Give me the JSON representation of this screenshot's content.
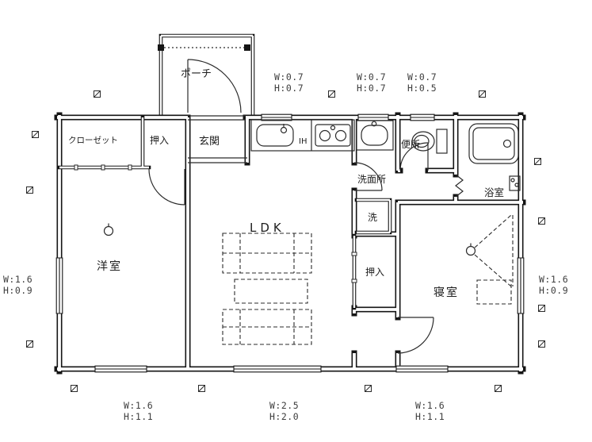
{
  "labels": {
    "porch": "ポーチ",
    "closet": "クローゼット",
    "oshiire_hall": "押入",
    "entrance": "玄関",
    "ih": "IH",
    "washroom": "洗面所",
    "toilet": "便所",
    "bathroom": "浴室",
    "laundry": "洗",
    "ldk": "LDK",
    "western_room": "洋室",
    "oshiire_bedroom": "押入",
    "bedroom": "寝室"
  },
  "dims": {
    "top_kitchen": {
      "w": "W:0.7",
      "h": "H:0.7"
    },
    "top_washroom": {
      "w": "W:0.7",
      "h": "H:0.7"
    },
    "top_toilet": {
      "w": "W:0.7",
      "h": "H:0.5"
    },
    "left": {
      "w": "W:1.6",
      "h": "H:0.9"
    },
    "right": {
      "w": "W:1.6",
      "h": "H:0.9"
    },
    "bottom_left": {
      "w": "W:1.6",
      "h": "H:1.1"
    },
    "bottom_center": {
      "w": "W:2.5",
      "h": "H:2.0"
    },
    "bottom_right": {
      "w": "W:1.6",
      "h": "H:1.1"
    }
  },
  "colors": {
    "wall": "#151515",
    "line": "#2b2b2b",
    "text": "#1e1e1e",
    "dim_text": "#3d3d3d",
    "background": "#ffffff"
  }
}
